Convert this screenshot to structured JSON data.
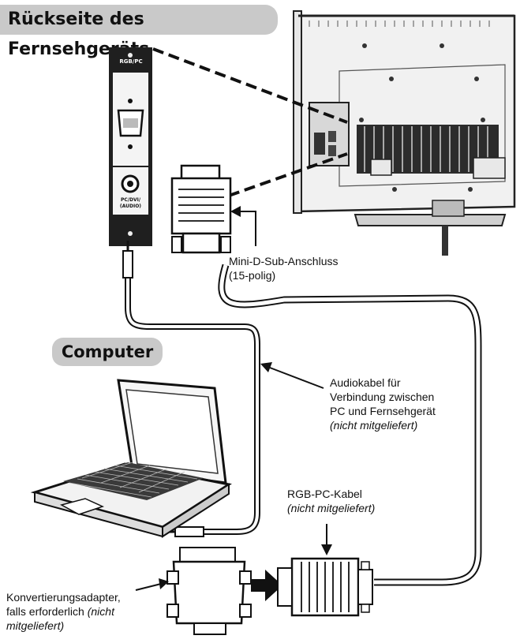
{
  "headings": {
    "tv_back": "Rückseite des Fernsehgeräts",
    "computer": "Computer"
  },
  "panel": {
    "rgb_label": "RGB/PC",
    "audio_label_1": "PC/DVI/",
    "audio_label_2": "(AUDIO)"
  },
  "labels": {
    "mini_dsub_1": "Mini-D-Sub-Anschluss",
    "mini_dsub_2": "(15-polig)",
    "audio_1": "Audiokabel für",
    "audio_2": "Verbindung zwischen",
    "audio_3": "PC und Fernsehgerät",
    "audio_4": "(nicht mitgeliefert)",
    "rgb_cable_1": "RGB-PC-Kabel",
    "rgb_cable_2": "(nicht mitgeliefert)",
    "adapter_1": "Konvertierungsadapter,",
    "adapter_2": "falls erforderlich",
    "adapter_3": "(nicht",
    "adapter_4": "mitgeliefert)"
  }
}
